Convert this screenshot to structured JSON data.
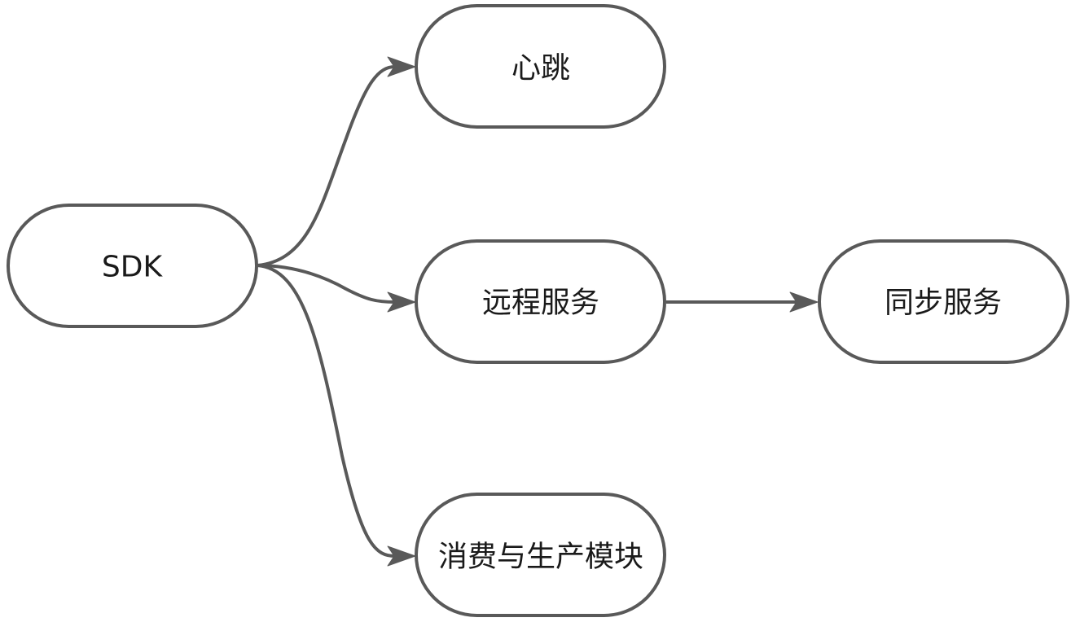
{
  "nodes": {
    "sdk": "SDK",
    "heartbeat": "心跳",
    "remote_service": "远程服务",
    "sync_service": "同步服务",
    "consume_produce_module": "消费与生产模块"
  },
  "edges": [
    {
      "from": "sdk",
      "to": "heartbeat"
    },
    {
      "from": "sdk",
      "to": "remote_service"
    },
    {
      "from": "sdk",
      "to": "consume_produce_module"
    },
    {
      "from": "remote_service",
      "to": "sync_service"
    }
  ],
  "colors": {
    "stroke": "#595959",
    "text": "#1a1a1a",
    "fill": "#ffffff"
  }
}
